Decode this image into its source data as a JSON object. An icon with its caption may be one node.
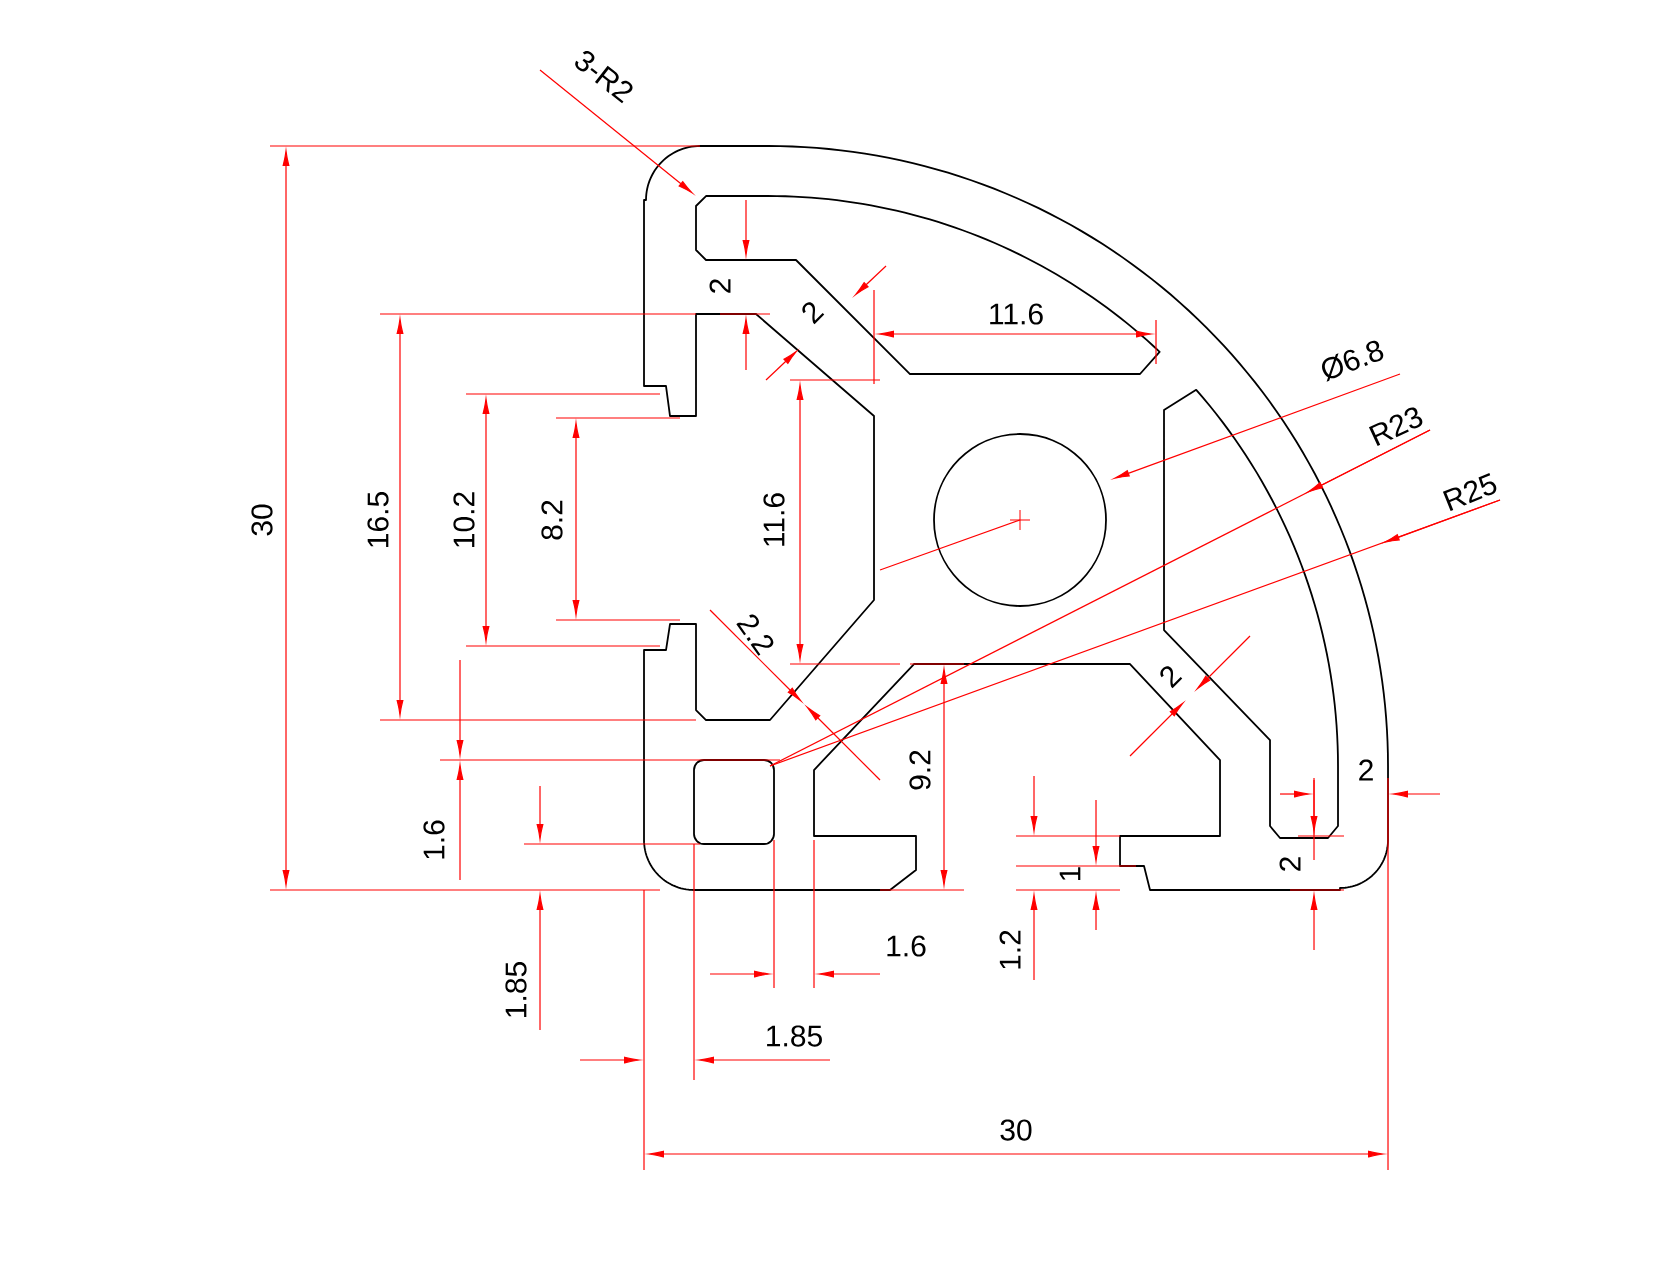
{
  "diagram": {
    "labels": [
      "3-R2",
      "2",
      "2",
      "11.6",
      "Ø6.8",
      "R23",
      "R25",
      "30",
      "16.5",
      "10.2",
      "8.2",
      "11.6",
      "2.2",
      "2",
      "9.2",
      "2",
      "1.6",
      "2",
      "1",
      "1.85",
      "1.6",
      "1.2",
      "1.85",
      "30"
    ]
  }
}
